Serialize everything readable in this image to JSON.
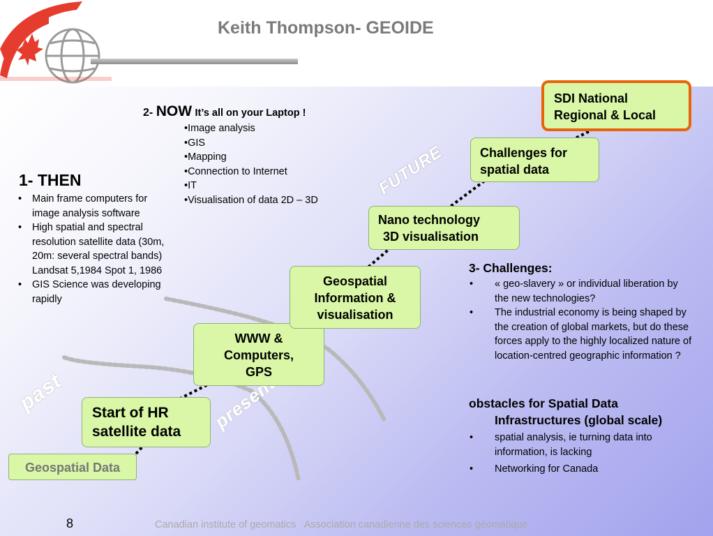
{
  "header": {
    "title": "Keith Thompson-  GEOIDE"
  },
  "then": {
    "heading": "1- THEN",
    "items": [
      "Main frame computers for image analysis software",
      "High spatial and spectral resolution satellite data (30m, 20m: several spectral bands) Landsat 5,1984 Spot 1, 1986",
      "GIS Science was developing rapidly"
    ]
  },
  "now": {
    "prefix": "2-",
    "big": "NOW",
    "rest": " It’s all on your Laptop !",
    "items": [
      "•Image analysis",
      "•GIS",
      "•Mapping",
      "•Connection to Internet",
      "•IT",
      "•Visualisation of data 2D – 3D"
    ]
  },
  "steps": {
    "geo_data": "Geospatial Data",
    "start_hr_l1": "Start of HR",
    "start_hr_l2": "satellite data",
    "www_l1": "WWW &",
    "www_l2": "Computers,",
    "www_l3": "GPS",
    "geo_info_l1": "Geospatial",
    "geo_info_l2": "Information &",
    "geo_info_l3": "visualisation",
    "nano_l1": "Nano technology",
    "nano_l2": "3D visualisation",
    "challenges_l1": "Challenges for",
    "challenges_l2": "spatial data",
    "sdi_l1": "SDI National",
    "sdi_l2": "Regional & Local"
  },
  "labels": {
    "past": "past",
    "present": "present",
    "future": "FUTURE"
  },
  "challenges": {
    "heading": "3- Challenges:",
    "items": [
      "« geo-slavery » or individual liberation by the new technologies?",
      "The industrial economy is being shaped by the creation of global markets, but do these forces apply to the highly localized nature of location-centred geographic information ?"
    ],
    "obstacles_l1": "obstacles for Spatial Data",
    "obstacles_l2": "Infrastructures (global scale)",
    "obstacle_items": [
      "spatial analysis, ie turning data into information, is lacking",
      "Networking for Canada"
    ]
  },
  "footer": {
    "page_number": "8",
    "text": "Canadian institute of geomatics   Association canadienne des sciences géomatique"
  },
  "colors": {
    "box_fill": "#d9f7a6",
    "highlight_border": "#e8640a",
    "title_gray": "#7a7a7a"
  }
}
